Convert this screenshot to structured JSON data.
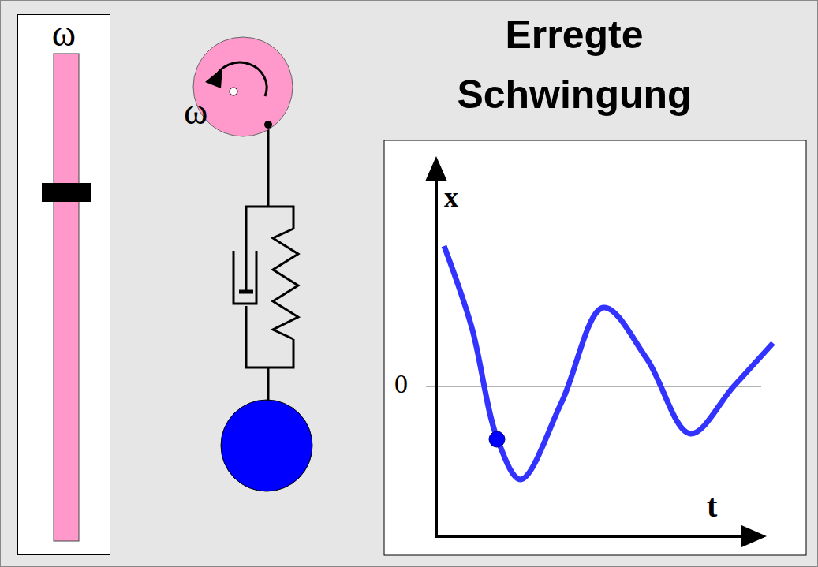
{
  "diagram": {
    "title": "Erregte Schwingung",
    "nodes": [
      {
        "text": [
          "ω"
        ]
      },
      {
        "text": [
          "ω"
        ]
      }
    ],
    "labels": [
      "x",
      "0",
      "t"
    ]
  }
}
